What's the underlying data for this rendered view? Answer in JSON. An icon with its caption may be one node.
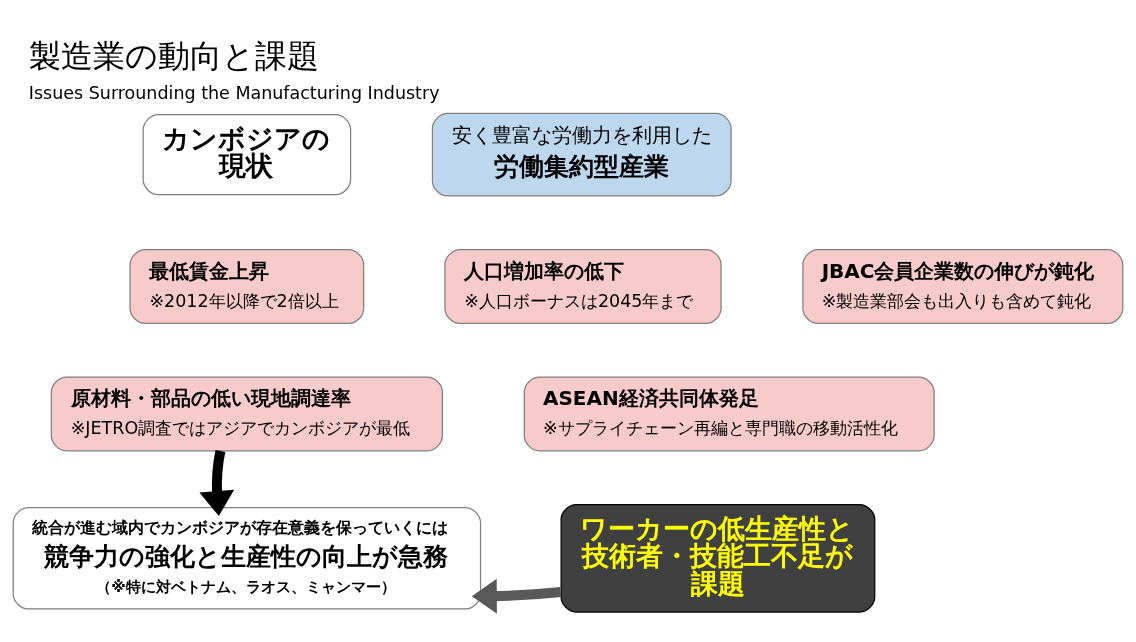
{
  "diagram": {
    "title": "製造業の動向と課題",
    "caption": "Issues Surrounding the Manufacturing Industry",
    "nodes": [
      {
        "text": [
          "カンボジアの現状"
        ]
      },
      {
        "text": [
          "安く豊富な労働力を利用した",
          "労働集約型産業"
        ]
      },
      {
        "text": [
          "最低賃金上昇",
          "※2012年以降で2倍以上"
        ]
      },
      {
        "text": [
          "人口増加率の低下",
          "※人口ボーナスは2045年まで"
        ]
      },
      {
        "text": [
          "JBAC会員企業数の伸びが鈍化",
          "※製造業部会も出入りも含めて鈍化"
        ]
      },
      {
        "text": [
          "原材料・部品の低い現地調達率",
          "※JETRO調査ではアジアでカンボジアが最低"
        ]
      },
      {
        "text": [
          "ASEAN経済共同体発足",
          "※サプライチェーン再編と専門職の移動活性化"
        ]
      },
      {
        "text": [
          "統合が進む域内でカンボジアが存在意義を保っていくには",
          "競争力の強化と生産性の向上が急務",
          "（※特に対ベトナム、ラオス、ミャンマー）"
        ]
      },
      {
        "text": [
          "ワーカーの低生産性と技術者・技能工不足が課題"
        ]
      }
    ],
    "edges": [
      {
        "from": 5,
        "to": 7,
        "arrow": "to",
        "color": "#000000"
      },
      {
        "from": 8,
        "to": 7,
        "arrow": "to",
        "color": "#595959"
      }
    ]
  }
}
